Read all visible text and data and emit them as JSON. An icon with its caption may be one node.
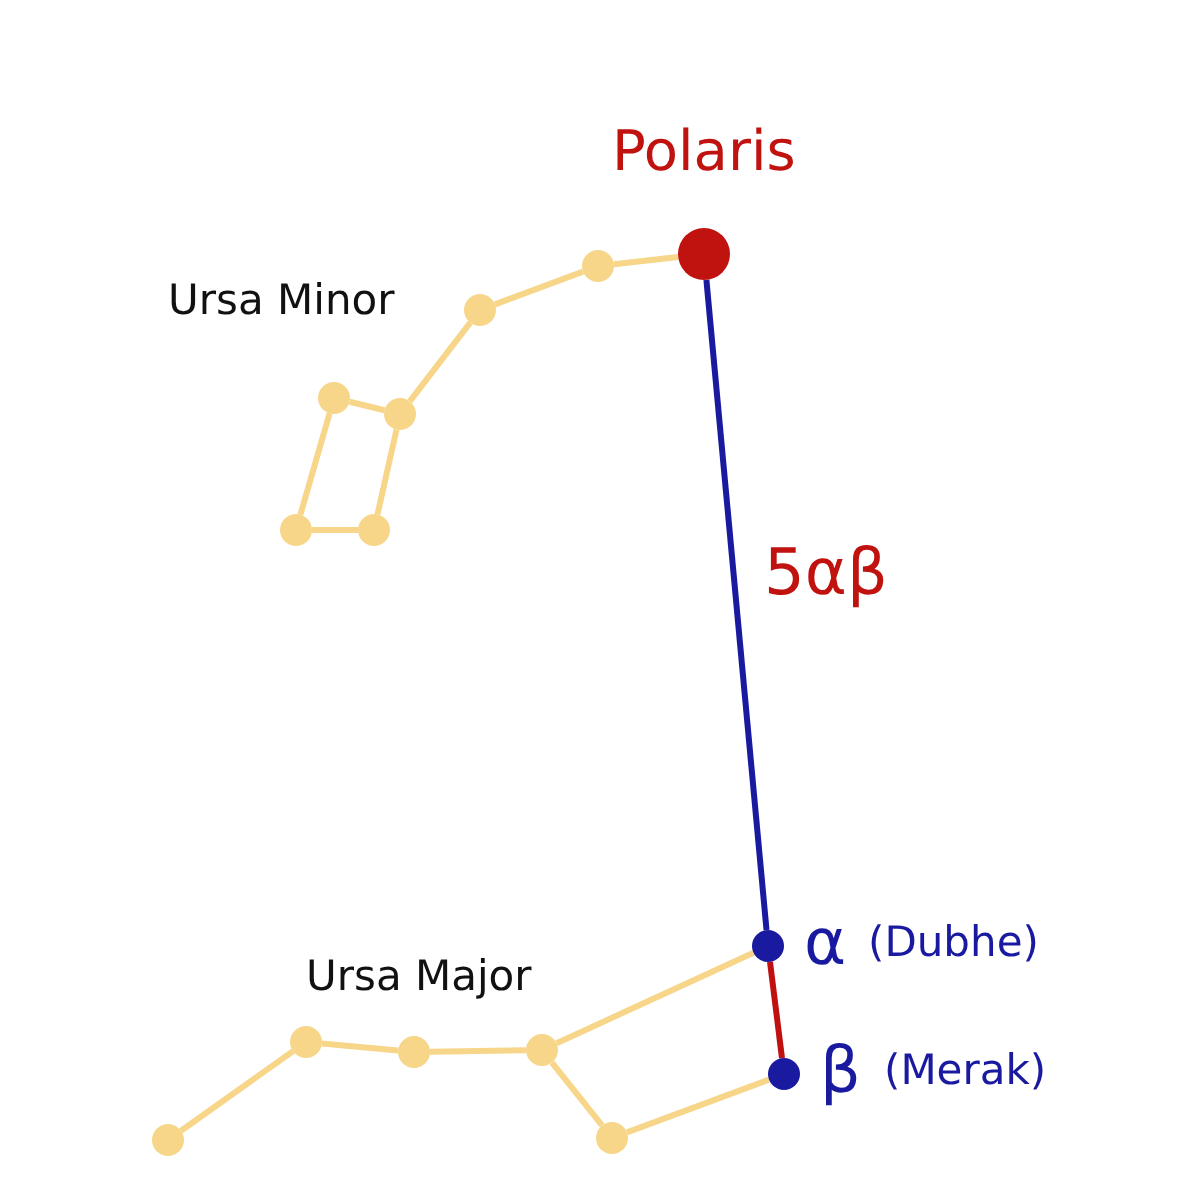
{
  "diagram": {
    "nodes": [
      {
        "text": [
          "Polaris"
        ]
      },
      {
        "text": [],
        "shape": "circle"
      },
      {
        "text": [],
        "shape": "circle"
      },
      {
        "text": [],
        "shape": "circle"
      },
      {
        "text": [],
        "shape": "circle"
      },
      {
        "text": [],
        "shape": "circle"
      },
      {
        "text": [],
        "shape": "circle"
      },
      {
        "text": [
          "α"
        ],
        "beside": [
          "(Dubhe)"
        ]
      },
      {
        "text": [],
        "shape": "circle"
      },
      {
        "text": [],
        "shape": "circle"
      },
      {
        "text": [],
        "shape": "circle"
      },
      {
        "text": [
          "β"
        ],
        "beside": [
          "(Merak)"
        ]
      },
      {
        "text": [],
        "shape": "circle"
      },
      {
        "text": [],
        "shape": "circle"
      }
    ],
    "edges": [
      {
        "from": 0,
        "to": 1,
        "arrow": "none"
      },
      {
        "from": 1,
        "to": 2,
        "arrow": "none"
      },
      {
        "from": 2,
        "to": 4,
        "arrow": "none"
      },
      {
        "from": 4,
        "to": 3,
        "arrow": "none"
      },
      {
        "from": 3,
        "to": 5,
        "arrow": "none"
      },
      {
        "from": 5,
        "to": 6,
        "arrow": "none"
      },
      {
        "from": 6,
        "to": 4,
        "arrow": "none"
      },
      {
        "from": 0,
        "to": 7,
        "arrow": "none",
        "label": "5αβ",
        "color": "#1a1aa0"
      },
      {
        "from": 12,
        "to": 8,
        "arrow": "none"
      },
      {
        "from": 8,
        "to": 9,
        "arrow": "none"
      },
      {
        "from": 9,
        "to": 10,
        "arrow": "none"
      },
      {
        "from": 10,
        "to": 7,
        "arrow": "none"
      },
      {
        "from": 10,
        "to": 13,
        "arrow": "none"
      },
      {
        "from": 13,
        "to": 11,
        "arrow": "none"
      },
      {
        "from": 7,
        "to": 11,
        "arrow": "none",
        "color": "#c01010"
      }
    ],
    "labels": [
      "Ursa Minor",
      "Ursa Major"
    ]
  }
}
